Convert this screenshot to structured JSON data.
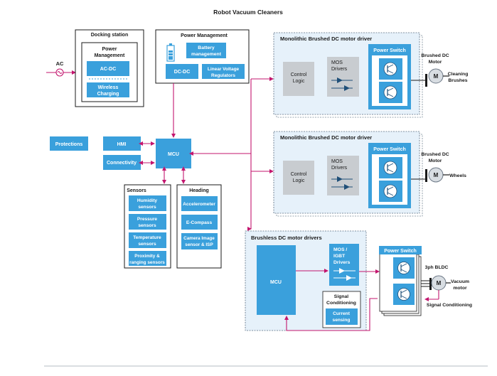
{
  "title": "Robot Vacuum Cleaners",
  "ac": "AC",
  "docking": {
    "title": "Docking station",
    "pm_title": [
      "Power",
      "Management"
    ],
    "acdc": "AC-DC",
    "wireless": [
      "Wireless",
      "Charging"
    ]
  },
  "power_mgmt": {
    "title": "Power Management",
    "battery": [
      "Battery",
      "management"
    ],
    "dcdc": "DC-DC",
    "linear": [
      "Linear Voltage",
      "Regulators"
    ]
  },
  "protections": "Protections",
  "hmi": "HMI",
  "connectivity": "Connectivity",
  "mcu": "MCU",
  "sensors": {
    "title": "Sensors",
    "items": [
      [
        "Humidity",
        "sensors"
      ],
      [
        "Pressure",
        "sensors"
      ],
      [
        "Temperature",
        "sensors"
      ],
      [
        "Proximity &",
        "ranging sensors"
      ]
    ]
  },
  "heading": {
    "title": "Heading",
    "items": [
      [
        "Accelerometer"
      ],
      [
        "E-Compass"
      ],
      [
        "Camera Image",
        "sensor & ISP"
      ]
    ]
  },
  "driver1": {
    "title": "Monolithic Brushed DC motor driver",
    "control": [
      "Control",
      "Logic"
    ],
    "mos": [
      "MOS",
      "Drivers"
    ],
    "switch": "Power Switch",
    "motor_label": [
      "Brushed DC",
      "Motor"
    ],
    "motor": "M",
    "load": [
      "Cleaning",
      "Brushes"
    ]
  },
  "driver2": {
    "title": "Monolithic Brushed DC motor driver",
    "control": [
      "Control",
      "Logic"
    ],
    "mos": [
      "MOS",
      "Drivers"
    ],
    "switch": "Power Switch",
    "motor_label": [
      "Brushed DC",
      "Motor"
    ],
    "motor": "M",
    "load": [
      "Wheels"
    ]
  },
  "bldc": {
    "title": "Brushless DC motor drivers",
    "mcu": "MCU",
    "mos": [
      "MOS /",
      "IGBT",
      "Drivers"
    ],
    "signal": [
      "Signal",
      "Conditioning"
    ],
    "current": [
      "Current",
      "sensing"
    ],
    "switch": "Power Switch",
    "motor_label": "3ph BLDC",
    "motor": "M",
    "load": [
      "Vacuum",
      "motor"
    ],
    "feedback": "Signal Conditioning"
  },
  "colors": {
    "blue": "#3aa0dc",
    "panel": "#e6f1fa",
    "grey": "#c8ccd0",
    "wire": "#c3166e"
  }
}
